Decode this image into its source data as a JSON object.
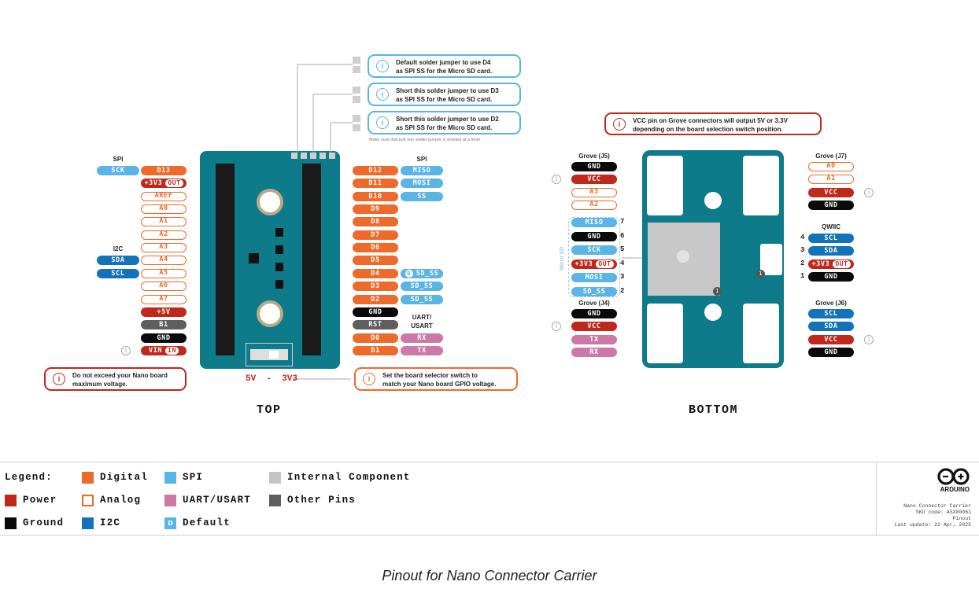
{
  "top": {
    "title": "TOP",
    "left_groups": {
      "spi": "SPI",
      "i2c": "I2C"
    },
    "left_pins": [
      {
        "label": "D13",
        "type": "digital",
        "side": {
          "label": "SCK",
          "type": "spi"
        }
      },
      {
        "label": "+3V3",
        "type": "power",
        "tag": "OUT"
      },
      {
        "label": "AREF",
        "type": "analog"
      },
      {
        "label": "A0",
        "type": "analog"
      },
      {
        "label": "A1",
        "type": "analog"
      },
      {
        "label": "A2",
        "type": "analog"
      },
      {
        "label": "A3",
        "type": "analog"
      },
      {
        "label": "A4",
        "type": "analog",
        "side": {
          "label": "SDA",
          "type": "i2c"
        }
      },
      {
        "label": "A5",
        "type": "analog",
        "side": {
          "label": "SCL",
          "type": "i2c"
        }
      },
      {
        "label": "A6",
        "type": "analog"
      },
      {
        "label": "A7",
        "type": "analog"
      },
      {
        "label": "+5V",
        "type": "power"
      },
      {
        "label": "B1",
        "type": "other"
      },
      {
        "label": "GND",
        "type": "gnd"
      },
      {
        "label": "VIN",
        "type": "power",
        "tag": "IN",
        "info": true
      }
    ],
    "right_groups": {
      "spi": "SPI",
      "uart_line1": "UART/",
      "uart_line2": "USART"
    },
    "right_pins": [
      {
        "label": "D12",
        "type": "digital",
        "side": {
          "label": "MISO",
          "type": "spi"
        }
      },
      {
        "label": "D11",
        "type": "digital",
        "side": {
          "label": "MOSI",
          "type": "spi"
        }
      },
      {
        "label": "D10",
        "type": "digital",
        "side": {
          "label": "SS",
          "type": "spi"
        }
      },
      {
        "label": "D9",
        "type": "digital"
      },
      {
        "label": "D8",
        "type": "digital"
      },
      {
        "label": "D7",
        "type": "digital"
      },
      {
        "label": "D6",
        "type": "digital"
      },
      {
        "label": "D5",
        "type": "digital"
      },
      {
        "label": "D4",
        "type": "digital",
        "side": {
          "label": "SD_SS",
          "type": "spi",
          "badge": "D"
        }
      },
      {
        "label": "D3",
        "type": "digital",
        "side": {
          "label": "SD_SS",
          "type": "spi"
        }
      },
      {
        "label": "D2",
        "type": "digital",
        "side": {
          "label": "SD_SS",
          "type": "spi"
        }
      },
      {
        "label": "GND",
        "type": "gnd"
      },
      {
        "label": "RST",
        "type": "other"
      },
      {
        "label": "D0",
        "type": "digital",
        "side": {
          "label": "RX",
          "type": "uart"
        }
      },
      {
        "label": "D1",
        "type": "digital",
        "side": {
          "label": "TX",
          "type": "uart"
        }
      }
    ],
    "notes": {
      "jumper_d4": [
        "Default solder jumper to use D4",
        "as SPI SS for the Micro SD card."
      ],
      "jumper_d3": [
        "Short this solder jumper to use D3",
        "as SPI SS for the Micro SD card."
      ],
      "jumper_d2": [
        "Short this solder jumper to use D2",
        "as SPI SS for the Micro SD card."
      ],
      "jumper_warning": "Make sure that just one solder jumper is shorted at a time!",
      "voltage": [
        "Do not exceed your Nano board",
        "maximum voltage."
      ],
      "selector": [
        "Set the board selector switch to",
        "match your Nano board GPIO voltage."
      ]
    },
    "switch_label": "5V  -  3V3"
  },
  "bottom": {
    "title": "BOTTOM",
    "vcc_note": [
      "VCC pin on Grove connectors will output 5V or 3.3V",
      "depending on the board selection switch position."
    ],
    "grove_j5": {
      "title": "Grove (J5)",
      "pins": [
        {
          "label": "GND",
          "type": "gnd"
        },
        {
          "label": "VCC",
          "type": "power",
          "info": true
        },
        {
          "label": "A3",
          "type": "analog"
        },
        {
          "label": "A2",
          "type": "analog"
        }
      ]
    },
    "micro_sd": {
      "title": "Micro SD",
      "pins": [
        {
          "label": "MISO",
          "type": "spi",
          "num": "7"
        },
        {
          "label": "GND",
          "type": "gnd",
          "num": "6"
        },
        {
          "label": "SCK",
          "type": "spi",
          "num": "5"
        },
        {
          "label": "+3V3",
          "type": "power",
          "tag": "OUT",
          "num": "4"
        },
        {
          "label": "MOSI",
          "type": "spi",
          "num": "3"
        },
        {
          "label": "SD_SS",
          "type": "spi",
          "num": "2"
        }
      ]
    },
    "grove_j4": {
      "title": "Grove (J4)",
      "pins": [
        {
          "label": "GND",
          "type": "gnd"
        },
        {
          "label": "VCC",
          "type": "power",
          "info": true
        },
        {
          "label": "TX",
          "type": "uart"
        },
        {
          "label": "RX",
          "type": "uart"
        }
      ]
    },
    "grove_j7": {
      "title": "Grove (J7)",
      "pins": [
        {
          "label": "A0",
          "type": "analog"
        },
        {
          "label": "A1",
          "type": "analog"
        },
        {
          "label": "VCC",
          "type": "power",
          "info": true
        },
        {
          "label": "GND",
          "type": "gnd"
        }
      ]
    },
    "qwiic": {
      "title": "QWIIC",
      "pins": [
        {
          "label": "SCL",
          "type": "i2c",
          "num": "4"
        },
        {
          "label": "SDA",
          "type": "i2c",
          "num": "3"
        },
        {
          "label": "+3V3",
          "type": "power",
          "tag": "OUT",
          "num": "2"
        },
        {
          "label": "GND",
          "type": "gnd",
          "num": "1"
        }
      ]
    },
    "grove_j6": {
      "title": "Grove (J6)",
      "pins": [
        {
          "label": "SCL",
          "type": "i2c"
        },
        {
          "label": "SDA",
          "type": "i2c"
        },
        {
          "label": "VCC",
          "type": "power",
          "info": true
        },
        {
          "label": "GND",
          "type": "gnd"
        }
      ]
    }
  },
  "legend": {
    "title": "Legend:",
    "items": [
      {
        "label": "Digital",
        "type": "digital"
      },
      {
        "label": "SPI",
        "type": "spi"
      },
      {
        "label": "Internal Component",
        "type": "internal"
      },
      {
        "label": "Power",
        "type": "power"
      },
      {
        "label": "Analog",
        "type": "analog"
      },
      {
        "label": "UART/USART",
        "type": "uart"
      },
      {
        "label": "Other Pins",
        "type": "other"
      },
      {
        "label": "Ground",
        "type": "gnd"
      },
      {
        "label": "I2C",
        "type": "i2c"
      },
      {
        "label": "Default",
        "type": "default",
        "badge": "D"
      }
    ]
  },
  "brand": {
    "name": "ARDUINO",
    "product": "Nano Connector Carrier",
    "sku": "SKU code: ASX00061",
    "doc": "Pinout",
    "updated": "Last update: 22 Apr, 2025"
  },
  "caption": "Pinout for Nano Connector Carrier",
  "colors": {
    "digital": "#ee6a2a",
    "analog": "#ee6a2a",
    "spi": "#5ab4e6",
    "i2c": "#1273bb",
    "power": "#c0281b",
    "gnd": "#0a0a0a",
    "other": "#5e5e5e",
    "uart": "#cc79a7",
    "internal": "#c4c4c4",
    "board": "#0e7b8a"
  }
}
